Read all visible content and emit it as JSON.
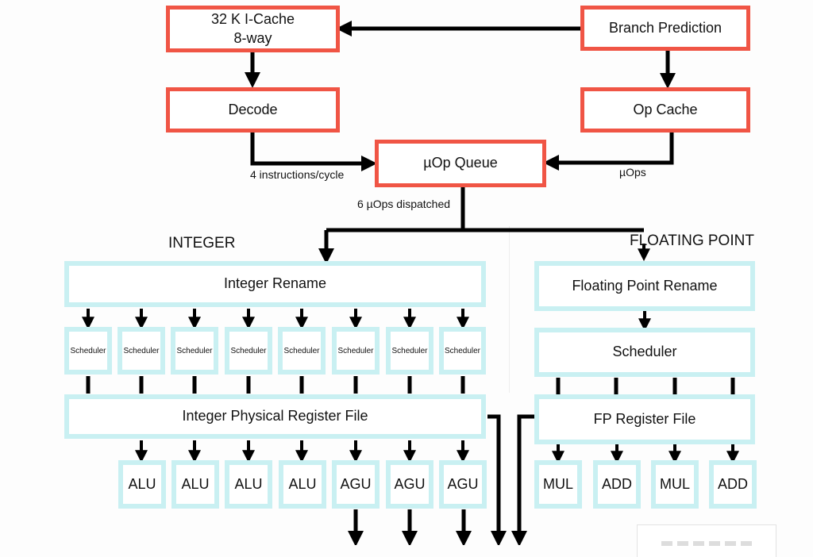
{
  "front_end": {
    "icache": {
      "line1": "32 K I-Cache",
      "line2": "8-way"
    },
    "branch_prediction": "Branch Prediction",
    "decode": "Decode",
    "op_cache": "Op Cache",
    "uop_queue": "µOp Queue",
    "decode_throughput_label": "4 instructions/cycle",
    "op_cache_output_label": "µOps",
    "dispatch_label": "6 µOps dispatched"
  },
  "integer": {
    "section_title": "INTEGER",
    "rename": "Integer Rename",
    "schedulers": [
      "Scheduler",
      "Scheduler",
      "Scheduler",
      "Scheduler",
      "Scheduler",
      "Scheduler",
      "Scheduler",
      "Scheduler"
    ],
    "register_file": "Integer Physical Register File",
    "units": [
      "ALU",
      "ALU",
      "ALU",
      "ALU",
      "AGU",
      "AGU",
      "AGU"
    ]
  },
  "floating_point": {
    "section_title": "FLOATING POINT",
    "rename": "Floating Point Rename",
    "scheduler": "Scheduler",
    "register_file": "FP Register File",
    "units": [
      "MUL",
      "ADD",
      "MUL",
      "ADD"
    ]
  },
  "colors": {
    "front_end_border": "#f05545",
    "backend_border": "#c9f0f2",
    "arrow": "#000000"
  }
}
